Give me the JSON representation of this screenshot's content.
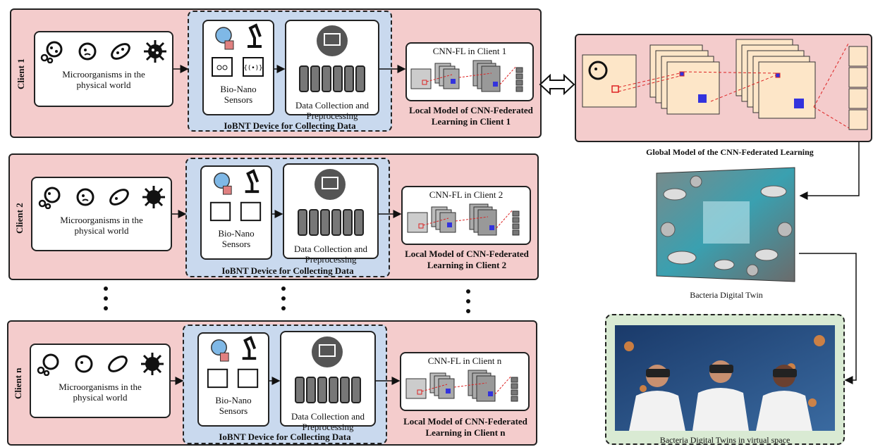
{
  "clients": [
    {
      "label": "Client 1",
      "micro_label": "Microorganisms in the physical world",
      "sensor_label": "Bio-Nano Sensors",
      "collect_label": "Data Collection and Preprocessing",
      "iobnt_label": "IoBNT Device for Collecting Data",
      "cnn_title": "CNN-FL in Client 1",
      "local_label": "Local Model of CNN-Federated Learning in Client 1"
    },
    {
      "label": "Client 2",
      "micro_label": "Microorganisms in the physical world",
      "sensor_label": "Bio-Nano Sensors",
      "collect_label": "Data Collection and Preprocessing",
      "iobnt_label": "IoBNT Device for Collecting Data",
      "cnn_title": "CNN-FL in Client 2",
      "local_label": "Local Model of CNN-Federated Learning in Client 2"
    },
    {
      "label": "Client n",
      "micro_label": "Microorganisms in the physical world",
      "sensor_label": "Bio-Nano Sensors",
      "collect_label": "Data Collection and Preprocessing",
      "iobnt_label": "IoBNT Device for Collecting Data",
      "cnn_title": "CNN-FL in Client n",
      "local_label": "Local Model of CNN-Federated Learning in Client n"
    }
  ],
  "global_label": "Global Model of the CNN-Federated Learning",
  "twin_label": "Bacteria Digital Twin",
  "vr_label": "Bacteria Digital Twins in virtual space",
  "colors": {
    "client_bg": "#f4cccc",
    "iobnt_bg": "#c9d9ee",
    "vr_bg": "#d9ead3",
    "kernel_blue": "#3333dd",
    "kernel_red": "#dd2222"
  }
}
